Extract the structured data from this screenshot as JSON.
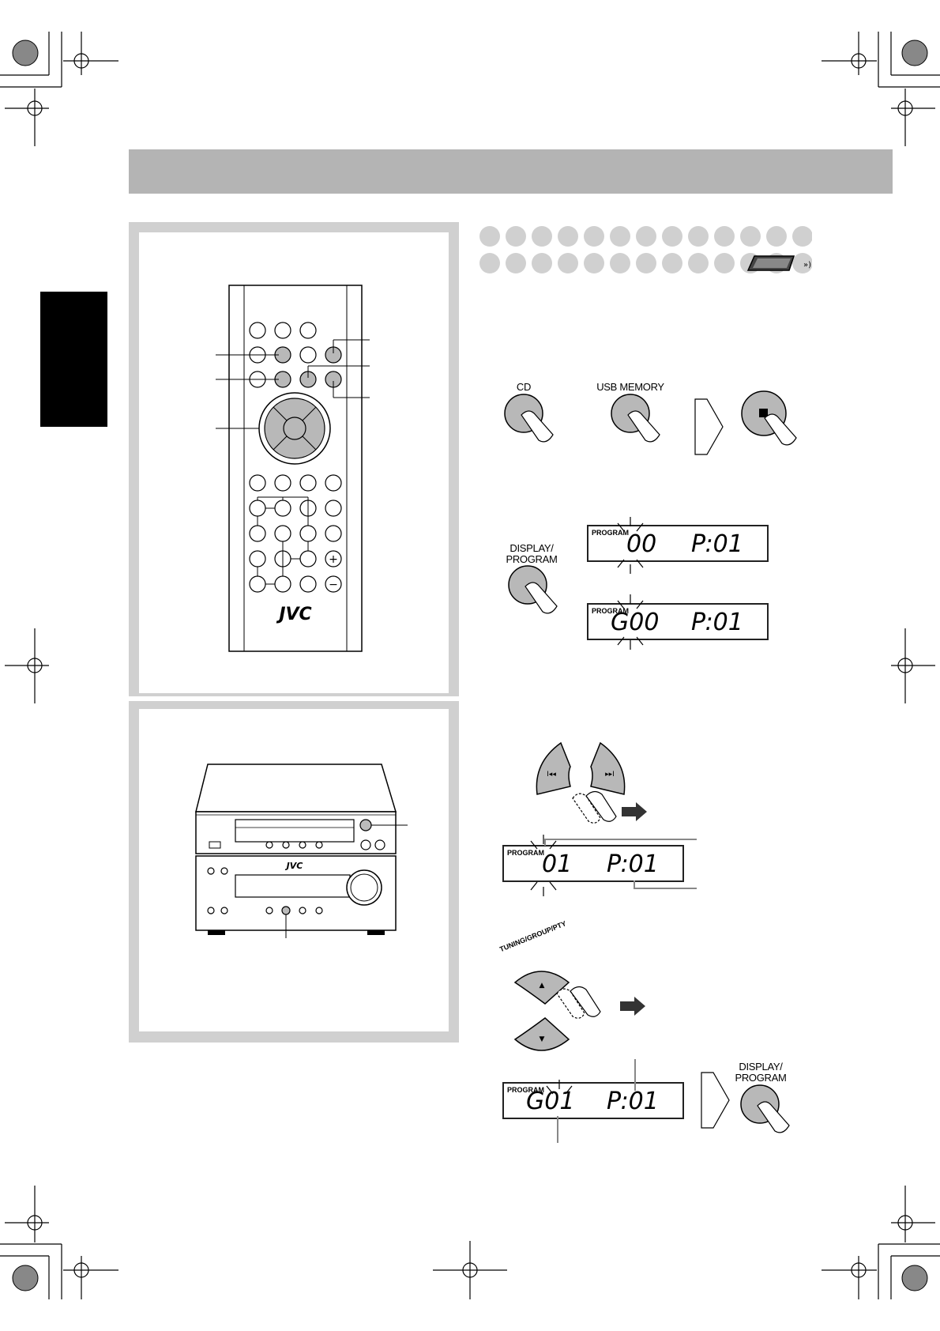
{
  "header": {
    "bar_color": "#b4b4b4",
    "title": ""
  },
  "remote": {
    "brand": "JVC",
    "plus_symbol": "+",
    "minus_symbol": "−"
  },
  "unit": {
    "brand": "JVC"
  },
  "steps": {
    "step1": {
      "cd_label": "CD",
      "usb_label": "USB MEMORY",
      "stop_symbol": "■"
    },
    "step2": {
      "button_label_line1": "DISPLAY/",
      "button_label_line2": "PROGRAM",
      "lcd1": {
        "tag": "PROGRAM",
        "left": "00",
        "right": "P:01"
      },
      "lcd2": {
        "tag": "PROGRAM",
        "left": "G00",
        "right": "P:01"
      }
    },
    "step3": {
      "prev_symbol": "I◂◂",
      "next_symbol": "▸▸I",
      "lcd": {
        "tag": "PROGRAM",
        "left": "01",
        "right": "P:01"
      }
    },
    "step4": {
      "tuning_label": "TUNING/GROUP/PTY",
      "up_symbol": "▲",
      "down_symbol": "▼",
      "lcd": {
        "tag": "PROGRAM",
        "left": "G01",
        "right": "P:01"
      },
      "button_label_line1": "DISPLAY/",
      "button_label_line2": "PROGRAM"
    }
  }
}
